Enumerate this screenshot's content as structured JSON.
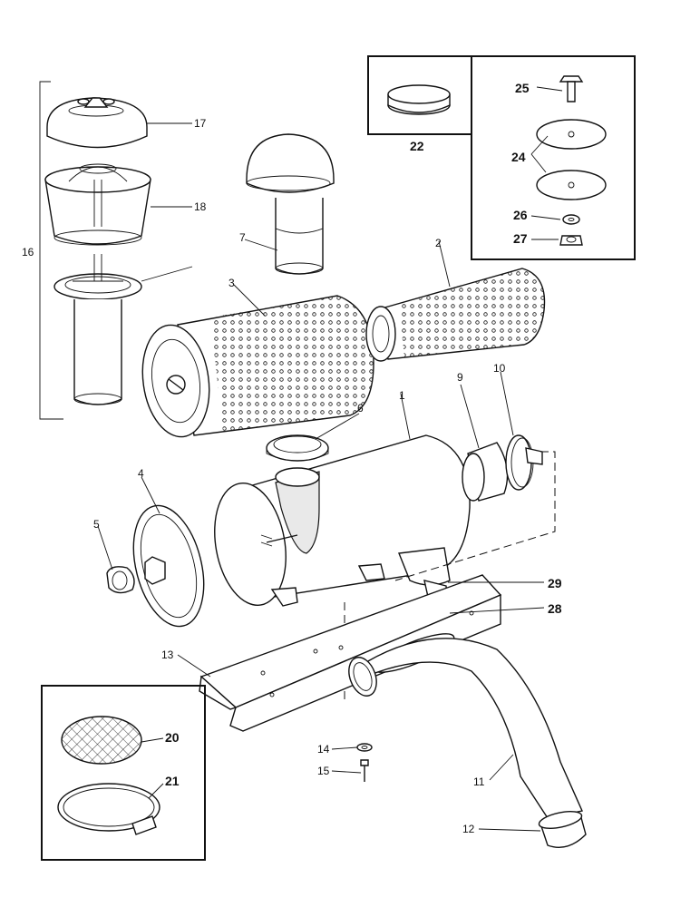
{
  "callouts": {
    "c1": "1",
    "c2": "2",
    "c3": "3",
    "c4": "4",
    "c5": "5",
    "c6": "6",
    "c7": "7",
    "c9": "9",
    "c10": "10",
    "c11": "11",
    "c12": "12",
    "c13": "13",
    "c14": "14",
    "c15": "15",
    "c16": "16",
    "c17": "17",
    "c18": "18",
    "c20": "20",
    "c21": "21",
    "c22": "22",
    "c24": "24",
    "c25": "25",
    "c26": "26",
    "c27": "27",
    "c28": "28",
    "c29": "29"
  }
}
